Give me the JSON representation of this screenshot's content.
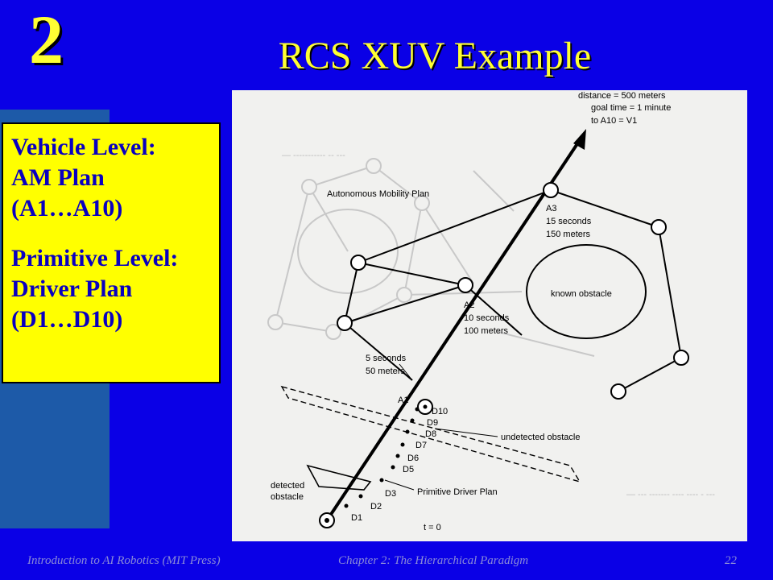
{
  "slide": {
    "chapter_number": "2",
    "title": "RCS XUV Example"
  },
  "infobox": {
    "line1": "Vehicle Level:",
    "line2": "AM Plan",
    "line3": "(A1…A10)",
    "line4": "Primitive Level:",
    "line5": "Driver Plan",
    "line6": "(D1…D10)"
  },
  "figure": {
    "goal_line1": "distance = 500 meters",
    "goal_line2": "goal time = 1 minute",
    "goal_line3": "to A10 = V1",
    "am_plan_label": "Autonomous Mobility Plan",
    "a3_label": "A3",
    "a3_time": "15 seconds",
    "a3_dist": "150 meters",
    "a2_label": "A2",
    "a2_time": "10 seconds",
    "a2_dist": "100 meters",
    "a1_time": "5 seconds",
    "a1_dist": "50 meters",
    "a1_label": "A1",
    "known_obstacle": "known obstacle",
    "undetected_obstacle": "undetected obstacle",
    "detected_obstacle_1": "detected",
    "detected_obstacle_2": "obstacle",
    "primitive_plan": "Primitive Driver Plan",
    "d10": "D10",
    "d9": "D9",
    "d8": "D8",
    "d7": "D7",
    "d6": "D6",
    "d5": "D5",
    "d3": "D3",
    "d2": "D2",
    "d1": "D1",
    "t0": "t = 0"
  },
  "footer": {
    "left": "Introduction to AI Robotics (MIT Press)",
    "center": "Chapter 2: The Hierarchical Paradigm",
    "page": "22"
  }
}
